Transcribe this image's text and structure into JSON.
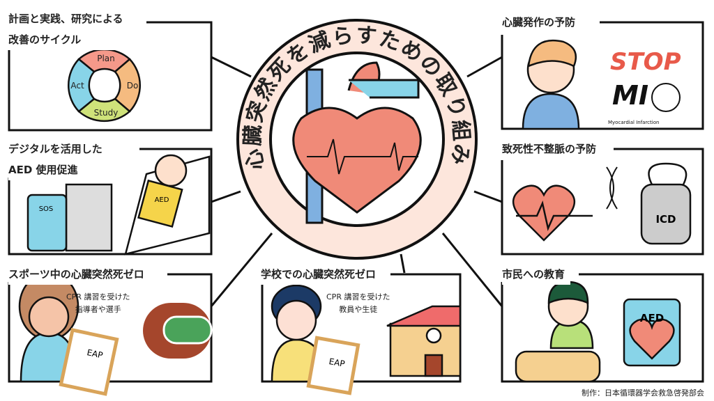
{
  "center": {
    "title": "心臓突然死を減らすための取り組み"
  },
  "panels": {
    "pdsa": {
      "title_line1": "計画と実践、研究による",
      "title_line2": "改善のサイクル",
      "cycle": [
        "Plan",
        "Do",
        "Study",
        "Act"
      ]
    },
    "digital": {
      "title_line1": "デジタルを活用した",
      "title_line2": "AED 使用促進",
      "phone_label": "SOS",
      "badge": "AED"
    },
    "sports": {
      "title": "スポーツ中の心臓突然死ゼロ",
      "caption_line1": "CPR 講習を受けた",
      "caption_line2": "指導者や選手",
      "clipboard": "EAP"
    },
    "school": {
      "title": "学校での心臓突然死ゼロ",
      "caption_line1": "CPR 講習を受けた",
      "caption_line2": "教員や生徒",
      "clipboard": "EAP"
    },
    "heart_attack": {
      "title": "心臓発作の予防",
      "logo_text": "STOP MI",
      "logo_sub": "Myocardial Infarction"
    },
    "arrhythmia": {
      "title": "致死性不整脈の予防",
      "device": "ICD"
    },
    "citizen": {
      "title": "市民への教育",
      "box": "AED"
    }
  },
  "footer": "制作：日本循環器学会救急啓発部会",
  "colors": {
    "ring": "#fde6dc",
    "heart": "#f08a78",
    "plan": "#f5998a",
    "do": "#f5bb80",
    "study": "#cfe27a",
    "act": "#88d4e8"
  }
}
